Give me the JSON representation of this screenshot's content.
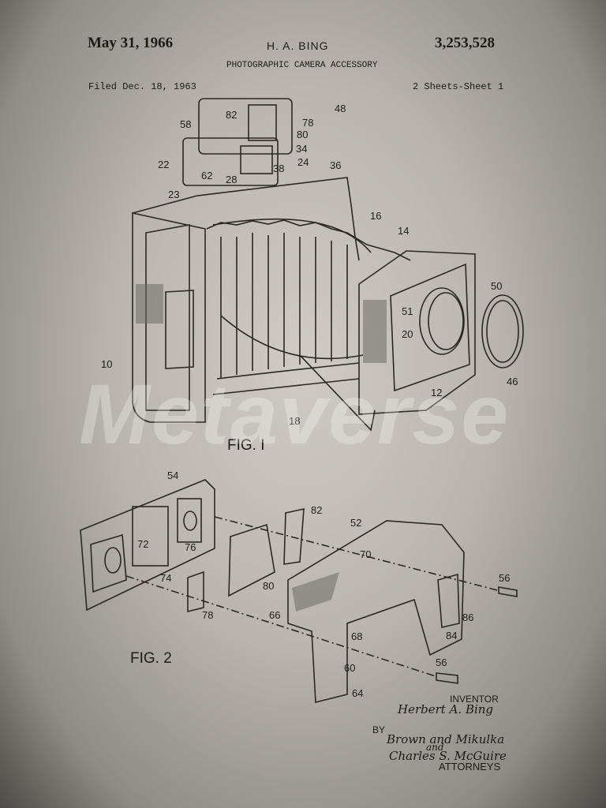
{
  "header": {
    "date": "May 31, 1966",
    "inventor_name": "H. A. BING",
    "patent_number": "3,253,528",
    "title": "PHOTOGRAPHIC CAMERA ACCESSORY",
    "filed": "Filed Dec. 18, 1963",
    "sheets": "2 Sheets-Sheet 1"
  },
  "fig1": {
    "caption": "FIG. I",
    "labels": [
      "48",
      "82",
      "78",
      "80",
      "58",
      "34",
      "22",
      "62",
      "28",
      "38",
      "24",
      "36",
      "23",
      "16",
      "14",
      "50",
      "51",
      "20",
      "10",
      "12",
      "46",
      "18"
    ]
  },
  "fig2": {
    "caption": "FIG. 2",
    "labels": [
      "54",
      "82",
      "52",
      "72",
      "76",
      "70",
      "56",
      "74",
      "80",
      "78",
      "66",
      "86",
      "84",
      "68",
      "60",
      "56",
      "64"
    ]
  },
  "footer": {
    "inventor_label": "INVENTOR",
    "inventor_signature": "Herbert A. Bing",
    "by_label": "BY",
    "attorney_signature_1": "Brown and Mikulka",
    "attorney_and": "and",
    "attorney_signature_2": "Charles S. McGuire",
    "attorneys_label": "ATTORNEYS"
  },
  "watermark": "Metaverse"
}
